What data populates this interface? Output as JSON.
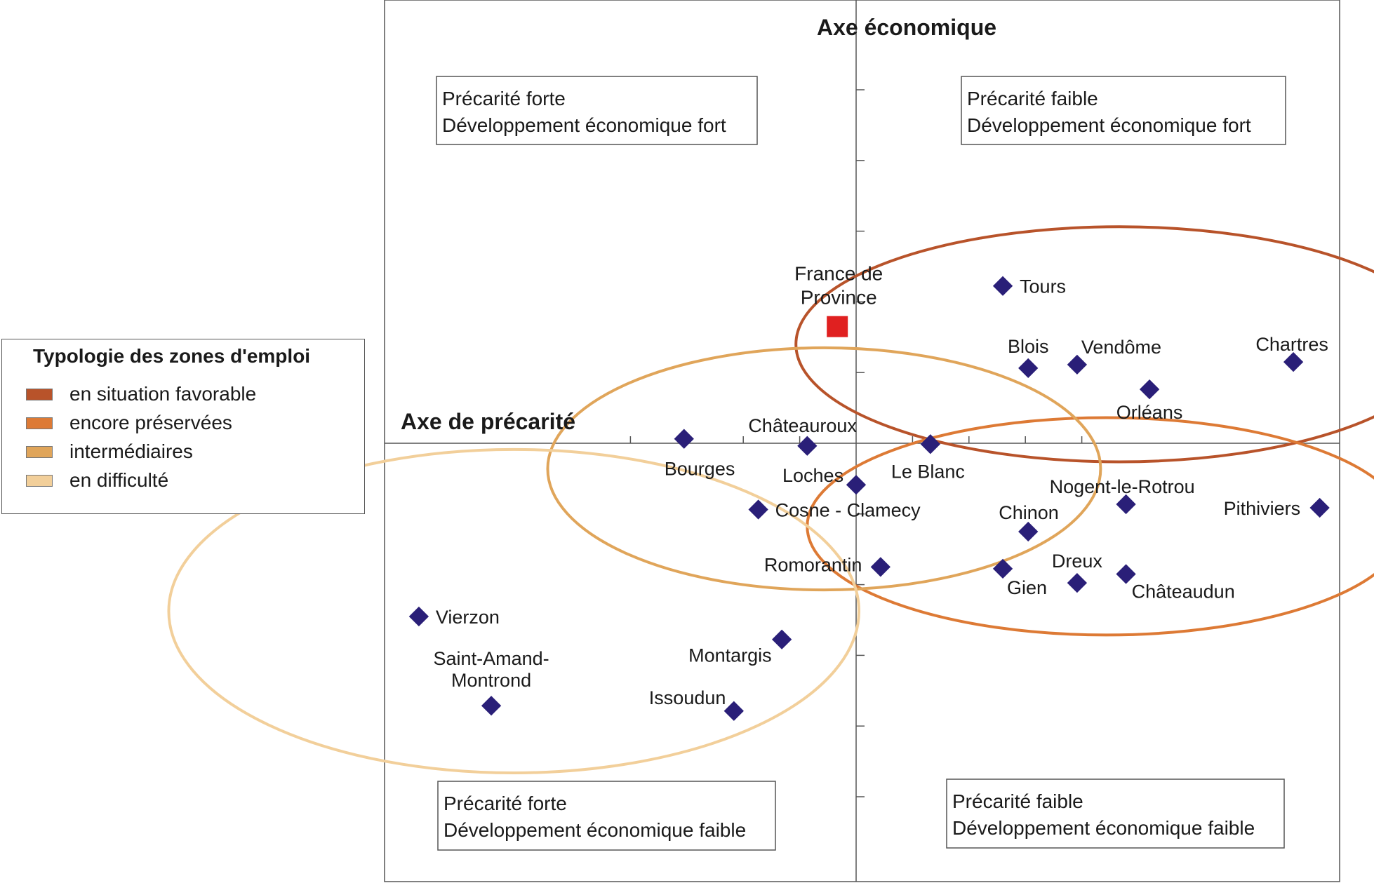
{
  "chart_data": {
    "type": "scatter",
    "title": "",
    "xlabel": "Axe de précarité",
    "ylabel": "Axe économique",
    "xlim": [
      -5,
      5
    ],
    "ylim": [
      -5,
      5
    ],
    "quadrants": {
      "top_left": [
        "Précarité forte",
        "Développement économique fort"
      ],
      "top_right": [
        "Précarité faible",
        "Développement économique fort"
      ],
      "bottom_left": [
        "Précarité forte",
        "Développement économique faible"
      ],
      "bottom_right": [
        "Précarité faible",
        "Développement économique faible"
      ]
    },
    "reference_point": {
      "label": [
        "France de",
        "Province"
      ],
      "x": -0.2,
      "y": 1.32,
      "color": "#e02020"
    },
    "points": [
      {
        "label": "Tours",
        "x": 1.56,
        "y": 1.78
      },
      {
        "label": "Blois",
        "x": 1.83,
        "y": 0.85
      },
      {
        "label": "Vendôme",
        "x": 2.35,
        "y": 0.89
      },
      {
        "label": "Orléans",
        "x": 3.12,
        "y": 0.61
      },
      {
        "label": "Chartres",
        "x": 4.65,
        "y": 0.92
      },
      {
        "label": "Bourges",
        "x": -1.83,
        "y": 0.05
      },
      {
        "label": "Châteauroux",
        "x": -0.52,
        "y": -0.03
      },
      {
        "label": "Le Blanc",
        "x": 0.79,
        "y": -0.01
      },
      {
        "label": "Loches",
        "x": 0.0,
        "y": -0.47
      },
      {
        "label": "Cosne - Clamecy",
        "x": -1.04,
        "y": -0.75
      },
      {
        "label": "Romorantin",
        "x": 0.26,
        "y": -1.4
      },
      {
        "label": "Nogent-le-Rotrou",
        "x": 2.87,
        "y": -0.69
      },
      {
        "label": "Pithiviers",
        "x": 4.93,
        "y": -0.73
      },
      {
        "label": "Chinon",
        "x": 1.83,
        "y": -1.0
      },
      {
        "label": "Gien",
        "x": 1.56,
        "y": -1.42
      },
      {
        "label": "Dreux",
        "x": 2.35,
        "y": -1.58
      },
      {
        "label": "Châteaudun",
        "x": 2.87,
        "y": -1.48
      },
      {
        "label": "Vierzon",
        "x": -4.65,
        "y": -1.96
      },
      {
        "label": "Montargis",
        "x": -0.79,
        "y": -2.22
      },
      {
        "label": "Saint-Amand-Montrond",
        "x": -3.88,
        "y": -2.97
      },
      {
        "label": "Issoudun",
        "x": -1.3,
        "y": -3.03
      }
    ],
    "groups": [
      {
        "name": "en situation favorable",
        "color": "#b8532a"
      },
      {
        "name": "encore préservées",
        "color": "#dd7a35"
      },
      {
        "name": "intermédiaires",
        "color": "#e0a55a"
      },
      {
        "name": "en difficulté",
        "color": "#f2cf9a"
      }
    ],
    "point_color": "#2a1f78"
  },
  "legend": {
    "title": "Typologie des zones d'emploi",
    "items": [
      {
        "label": "en situation favorable",
        "color": "#b8532a"
      },
      {
        "label": "encore préservées",
        "color": "#dd7a35"
      },
      {
        "label": "intermédiaires",
        "color": "#e0a55a"
      },
      {
        "label": "en difficulté",
        "color": "#f2cf9a"
      }
    ]
  }
}
